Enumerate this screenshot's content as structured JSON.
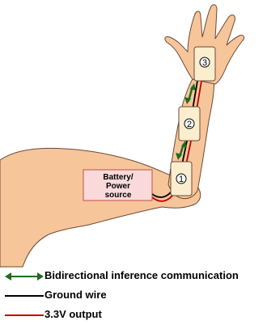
{
  "diagram": {
    "battery_label_line1": "Battery/",
    "battery_label_line2": "Power",
    "battery_label_line3": "source",
    "nodes": [
      "1",
      "2",
      "3"
    ],
    "colors": {
      "skin": "#f7c59a",
      "skin_outline": "#6b4a36",
      "battery_fill": "#f9d9d9",
      "battery_stroke": "#c0504d",
      "node_fill": "#fbeecf",
      "ground_wire": "#000000",
      "power_wire": "#c00000",
      "comm_arrow": "#1e6b1e"
    }
  },
  "legend": [
    {
      "symbol": "double-arrow",
      "color": "#1e6b1e",
      "label": "Bidirectional inference communication"
    },
    {
      "symbol": "line",
      "color": "#000000",
      "label": "Ground wire"
    },
    {
      "symbol": "line",
      "color": "#c00000",
      "label": "3.3V output"
    }
  ]
}
